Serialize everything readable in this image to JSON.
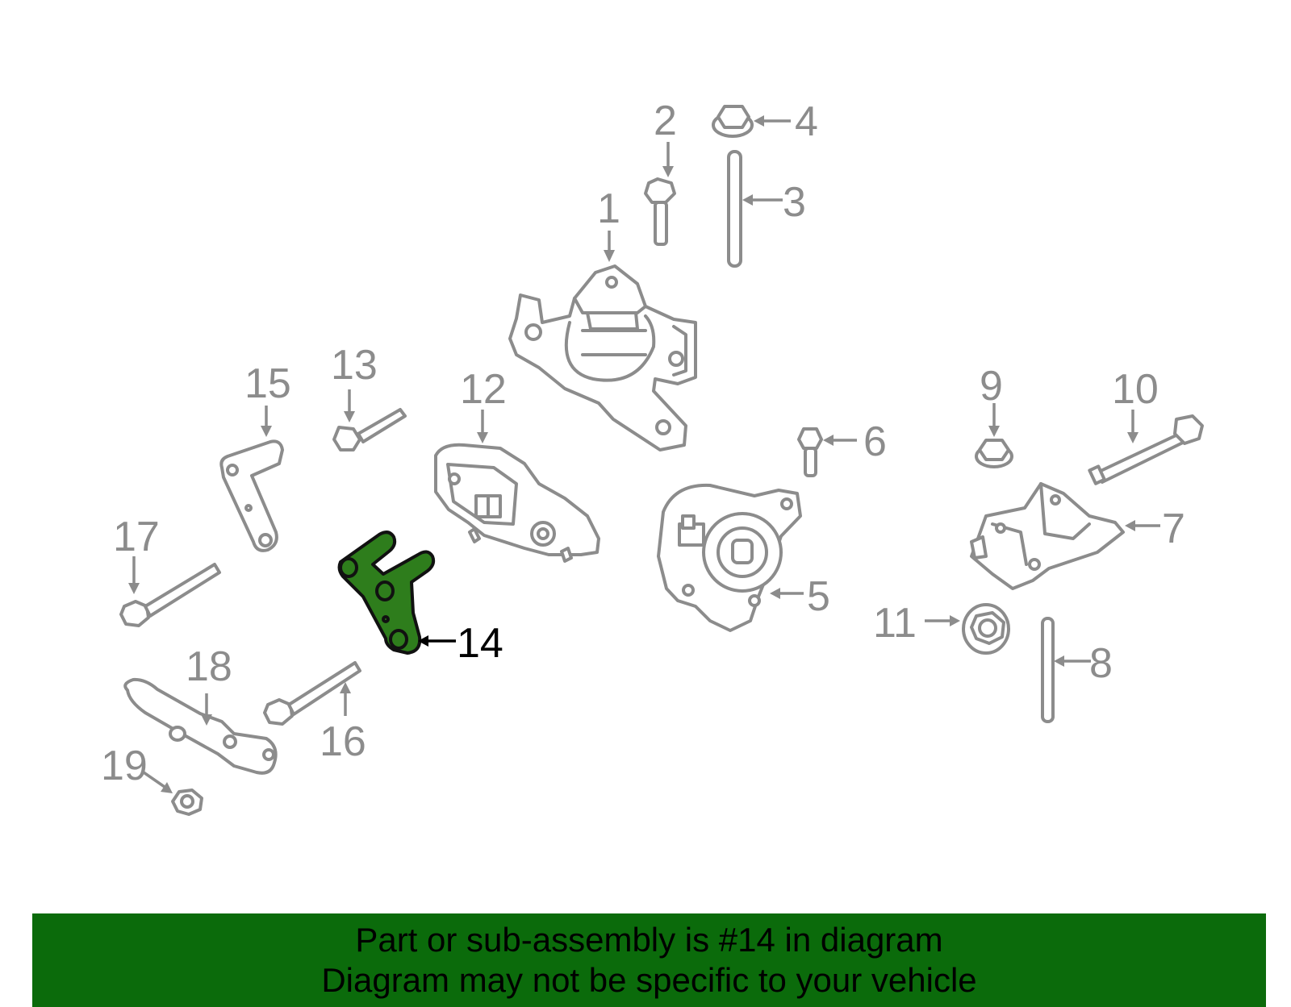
{
  "labels": {
    "p1": "1",
    "p2": "2",
    "p3": "3",
    "p4": "4",
    "p5": "5",
    "p6": "6",
    "p7": "7",
    "p8": "8",
    "p9": "9",
    "p10": "10",
    "p11": "11",
    "p12": "12",
    "p13": "13",
    "p14": "14",
    "p15": "15",
    "p16": "16",
    "p17": "17",
    "p18": "18",
    "p19": "19"
  },
  "highlighted_part": "14",
  "colors": {
    "banner": "#0b6b0b",
    "highlight": "#2e7d1c",
    "line": "#8c8c8c"
  },
  "banner": {
    "line1": "Part or sub-assembly is #14 in diagram",
    "line2": "Diagram may not be specific to your vehicle"
  }
}
